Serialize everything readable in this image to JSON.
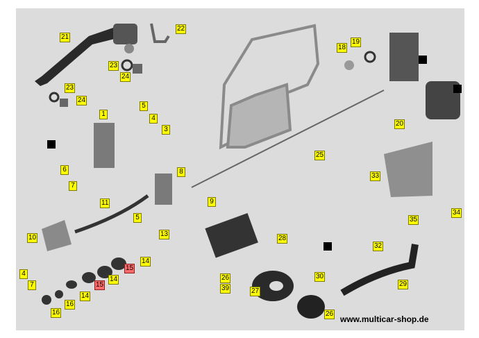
{
  "callouts": {
    "c21": "21",
    "c22": "22",
    "c23a": "23",
    "c24a": "24",
    "c23b": "23",
    "c24b": "24",
    "c18": "18",
    "c19": "19",
    "c1": "1",
    "c5a": "5",
    "c4a": "4",
    "c3": "3",
    "c20": "20",
    "c25": "25",
    "c6": "6",
    "c7a": "7",
    "c8": "8",
    "c33": "33",
    "c11": "11",
    "c9": "9",
    "c5b": "5",
    "c34": "34",
    "c35": "35",
    "c13": "13",
    "c10": "10",
    "c28": "28",
    "c32": "32",
    "c14a": "14",
    "c15a": "15",
    "c4b": "4",
    "c7b": "7",
    "c14b": "14",
    "c15b": "15",
    "c14c": "14",
    "c16a": "16",
    "c16b": "16",
    "c26a": "26",
    "c39": "39",
    "c30": "30",
    "c29": "29",
    "c27": "27",
    "c26b": "26"
  },
  "watermark": "www.multicar-shop.de",
  "colors": {
    "callout": "#ffff00",
    "callout_alt": "#ff6b6b",
    "background": "#dcdcdc"
  }
}
